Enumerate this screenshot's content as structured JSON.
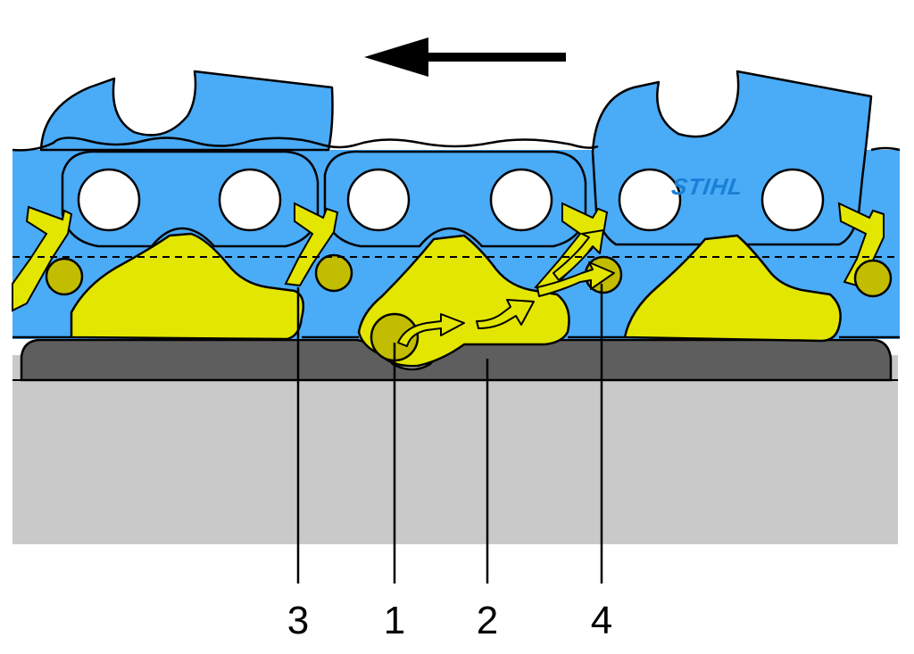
{
  "brand": {
    "text": "STIHL",
    "color": "#1a7fd6"
  },
  "direction": "left",
  "callouts": [
    {
      "id": "3",
      "label": "3"
    },
    {
      "id": "1",
      "label": "1"
    },
    {
      "id": "2",
      "label": "2"
    },
    {
      "id": "4",
      "label": "4"
    }
  ],
  "colors": {
    "chain_link": "#4aabf7",
    "drive_link": "#e3e600",
    "rivet": "#c2bd00",
    "guide_rail": "#5e5e5e",
    "guide_bar": "#c9c9c9",
    "outline": "#000000",
    "background": "#ffffff"
  }
}
